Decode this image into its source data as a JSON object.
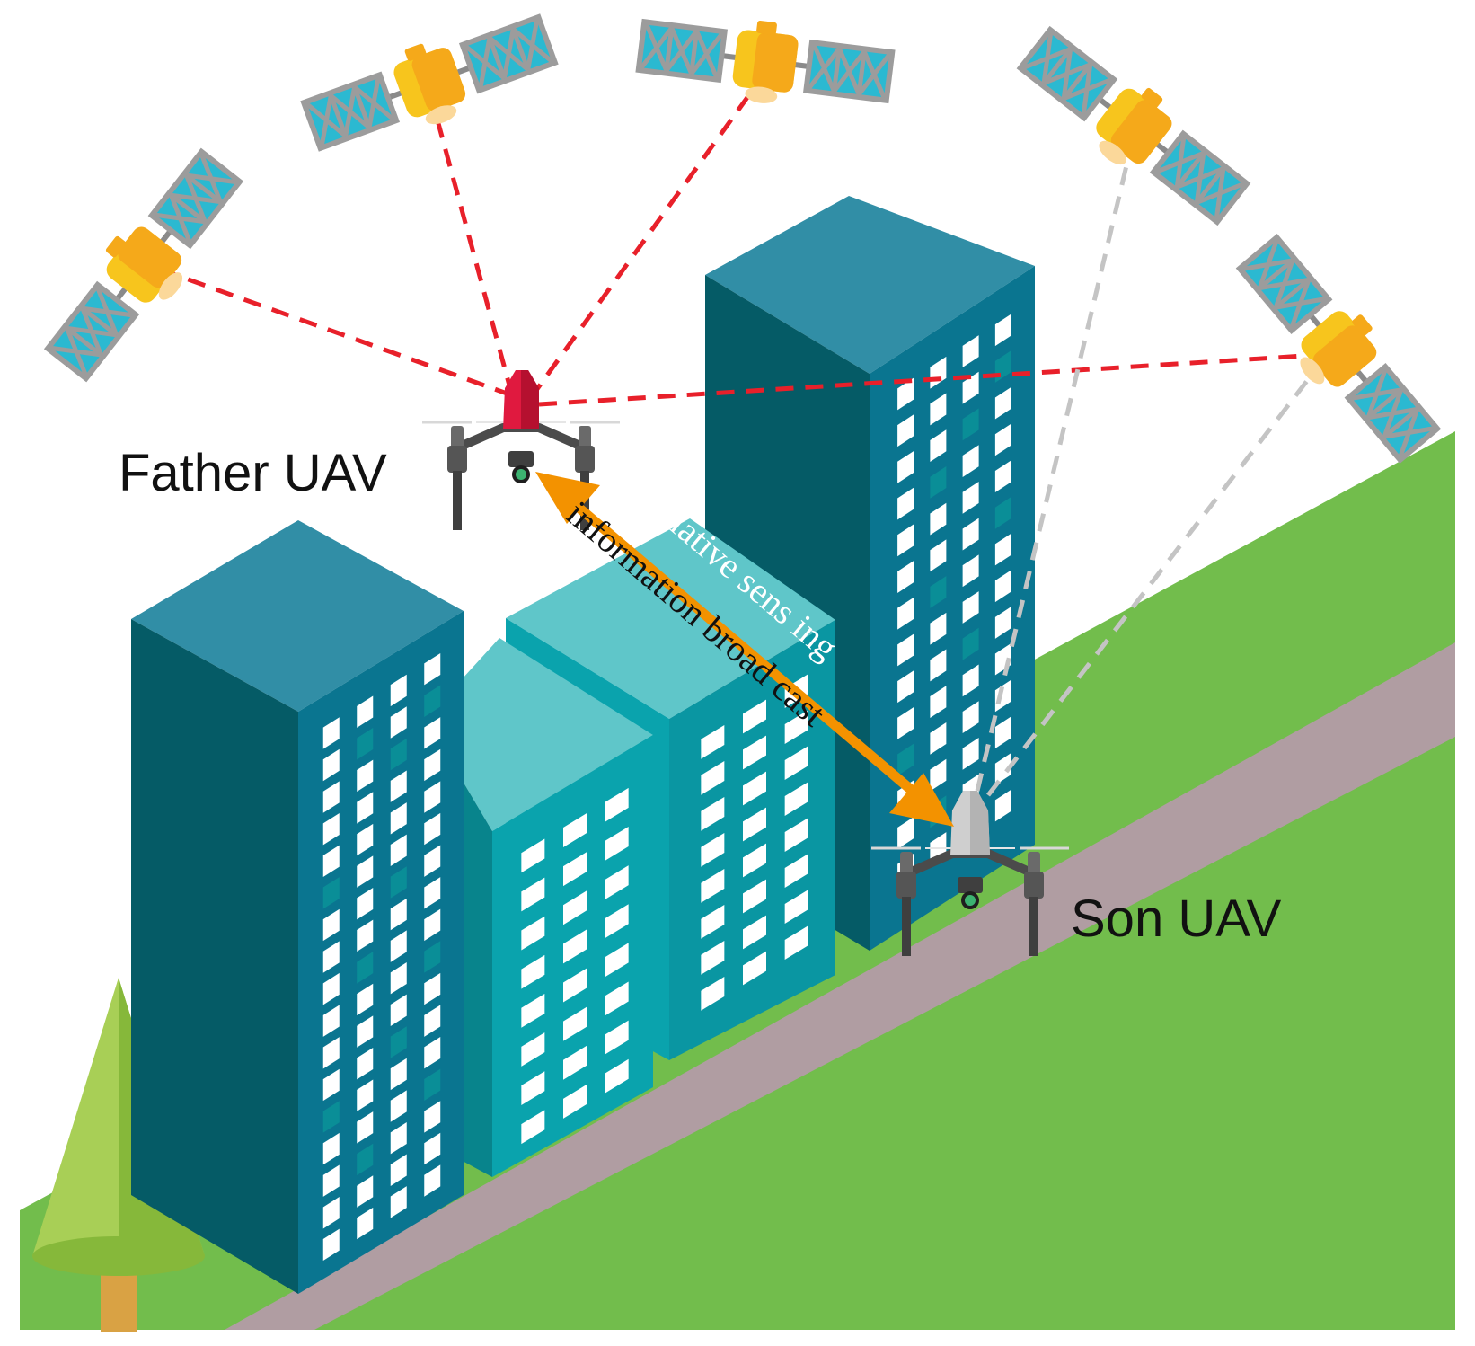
{
  "labels": {
    "father": "Father UAV",
    "son": "Son UAV",
    "link_upper": "relative sens ing",
    "link_lower": "information broad cast"
  },
  "colors": {
    "background": "#ffffff",
    "grass": "#72bd4c",
    "road": "#b09da2",
    "building_dark": "#055b66",
    "building_mid": "#0a7590",
    "building_roof": "#318ea6",
    "building_light": "#0aa3ad",
    "building_light_roof": "#5fc6c9",
    "window": "#ffffff",
    "window_lit": "#0a8e97",
    "satellite_body": "#f7c51d",
    "satellite_panel": "#2bb9d1",
    "satellite_frame": "#9c9c9c",
    "red_link": "#e8202a",
    "gray_link": "#c4c4c4",
    "arrow": "#f39200",
    "father_body": "#e0193f",
    "son_body": "#cfcfcf",
    "tree_canopy": "#8cbd3d",
    "tree_trunk": "#d9a244"
  },
  "icons": {
    "satellite": "satellite-icon",
    "drone": "drone-icon",
    "building": "building-icon",
    "tree": "tree-icon"
  }
}
